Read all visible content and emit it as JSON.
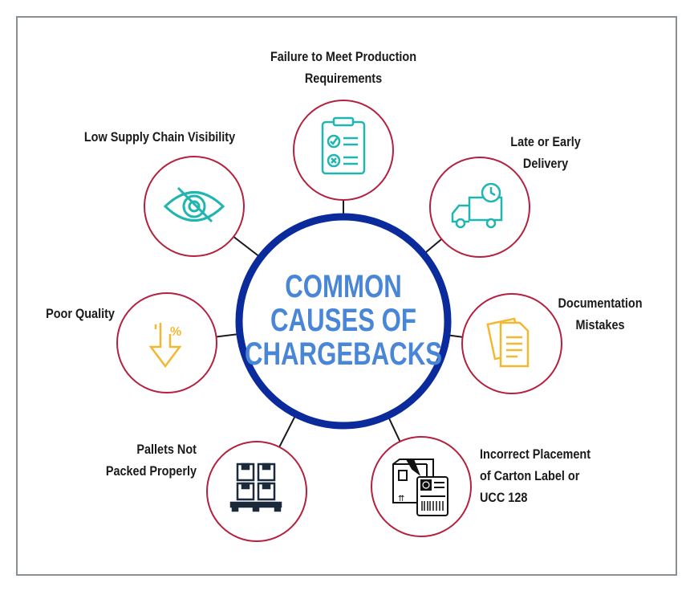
{
  "title": {
    "lines": [
      "COMMON",
      "CAUSES OF",
      "CHARGEBACKS"
    ]
  },
  "causes": [
    {
      "id": "production",
      "icon": "clipboard-checklist-icon",
      "lines": [
        "Failure to Meet Production",
        "Requirements"
      ]
    },
    {
      "id": "delivery",
      "icon": "delivery-truck-clock-icon",
      "lines": [
        "Late or Early",
        "Delivery"
      ]
    },
    {
      "id": "documentation",
      "icon": "documents-icon",
      "lines": [
        "Documentation",
        "Mistakes"
      ]
    },
    {
      "id": "label",
      "icon": "carton-label-icon",
      "lines": [
        "Incorrect Placement",
        "of Carton Label or",
        "UCC 128"
      ]
    },
    {
      "id": "pallets",
      "icon": "pallet-boxes-icon",
      "lines": [
        "Pallets Not",
        "Packed Properly"
      ]
    },
    {
      "id": "quality",
      "icon": "quality-down-percent-icon",
      "lines": [
        "Poor Quality"
      ]
    },
    {
      "id": "visibility",
      "icon": "eye-slash-icon",
      "lines": [
        "Low Supply Chain Visibility"
      ]
    }
  ],
  "colors": {
    "center_ring": "#0b2a9c",
    "title": "#4a86d6",
    "node_ring": "#b3213f",
    "teal": "#1fb5b0",
    "yellow": "#f5b731",
    "dark": "#1a2a3a"
  }
}
